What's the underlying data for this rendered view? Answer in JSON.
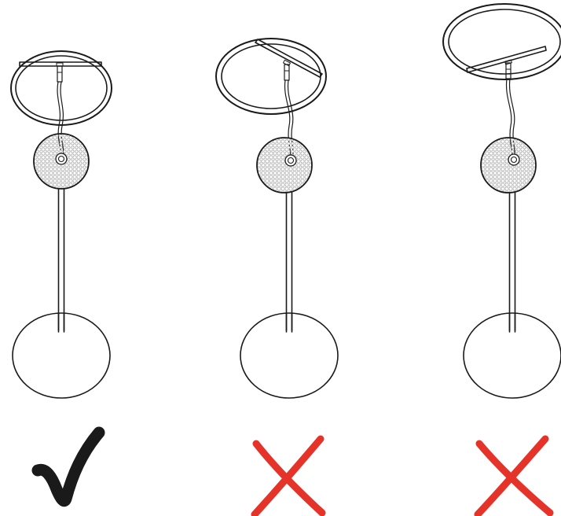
{
  "colors": {
    "line": "#1a1a1a",
    "background": "#ffffff",
    "correct_mark": "#1a1a1a",
    "incorrect_mark": "#e5332a",
    "canopy_dots": "#8c8c8c"
  },
  "panels": [
    {
      "id": "ring-level",
      "ring_tilt": "level",
      "ring_position": "low",
      "verdict": "correct",
      "mark_icon": "check-mark-icon"
    },
    {
      "id": "ring-tilted",
      "ring_tilt": "tilted",
      "ring_position": "low",
      "verdict": "incorrect",
      "mark_icon": "cross-mark-icon"
    },
    {
      "id": "ring-raised",
      "ring_tilt": "tilted",
      "ring_position": "raised",
      "verdict": "incorrect",
      "mark_icon": "cross-mark-icon"
    }
  ]
}
